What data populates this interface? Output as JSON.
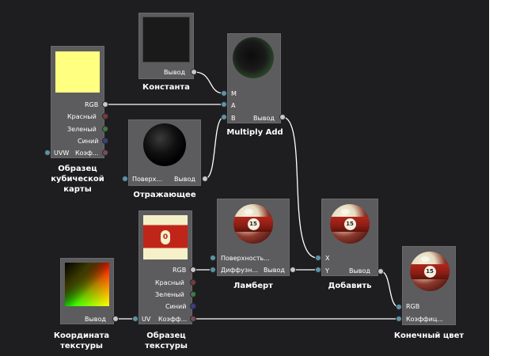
{
  "nodes": {
    "constant": {
      "caption": "Константа",
      "pins": {
        "output": "Вывод"
      }
    },
    "multiply_add": {
      "caption": "Multiply Add",
      "pins": {
        "m": "M",
        "a": "A",
        "b": "B",
        "output": "Вывод"
      }
    },
    "cubemap_sample": {
      "caption": "Образец\nкубической\nкарты",
      "pins": {
        "rgb": "RGB",
        "red": "Красный",
        "green": "Зеленый",
        "blue": "Синий",
        "uvw": "UVW",
        "coef": "Коэф..."
      }
    },
    "reflective": {
      "caption": "Отражающее",
      "pins": {
        "surface": "Поверх...",
        "output": "Вывод"
      }
    },
    "texture_coord": {
      "caption": "Координата текстуры",
      "pins": {
        "output": "Вывод"
      }
    },
    "texture_sample": {
      "caption": "Образец текстуры",
      "pins": {
        "rgb": "RGB",
        "red": "Красный",
        "green": "Зеленый",
        "blue": "Синий",
        "uv": "UV",
        "coef": "Коэфф..."
      }
    },
    "lambert": {
      "caption": "Ламберт",
      "pins": {
        "surface": "Поверхность...",
        "diffuse": "Диффузн...",
        "output": "Вывод"
      }
    },
    "add": {
      "caption": "Добавить",
      "pins": {
        "x": "X",
        "y": "Y",
        "output": "Вывод"
      }
    },
    "final_color": {
      "caption": "Конечный цвет",
      "pins": {
        "rgb": "RGB",
        "coef": "Коэффиц..."
      }
    }
  },
  "previews": {
    "ball_number": "15",
    "texture_center_mark": "0"
  },
  "colors": {
    "canvas": "#1e1e20",
    "node": "#5c5c5e",
    "wire": "#ffffff",
    "cubemap_swatch": "#ffff80",
    "constant_swatch": "#1a1a1a"
  }
}
